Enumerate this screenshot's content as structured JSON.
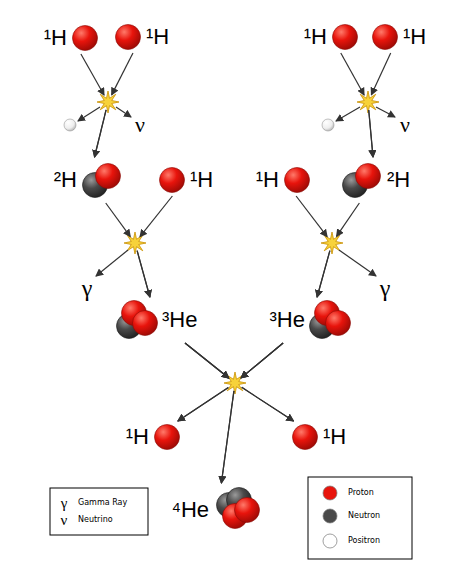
{
  "diagram": {
    "nodes": [
      {
        "text": [
          "¹H"
        ]
      },
      {
        "text": [
          "¹H"
        ]
      },
      {
        "text": [
          "¹H"
        ]
      },
      {
        "text": [
          "¹H"
        ]
      },
      {
        "text": [
          "²H"
        ]
      },
      {
        "text": [
          "¹H"
        ]
      },
      {
        "text": [
          "¹H"
        ]
      },
      {
        "text": [
          "²H"
        ]
      },
      {
        "text": [
          "³He"
        ]
      },
      {
        "text": [
          "³He"
        ]
      },
      {
        "text": [
          "¹H"
        ]
      },
      {
        "text": [
          "¹H"
        ]
      },
      {
        "text": [
          "⁴He"
        ]
      }
    ],
    "edges": [
      {
        "from": 0,
        "to": 4,
        "arrow": "to"
      },
      {
        "from": 1,
        "to": 4,
        "arrow": "to"
      },
      {
        "from": 2,
        "to": 7,
        "arrow": "to"
      },
      {
        "from": 3,
        "to": 7,
        "arrow": "to"
      },
      {
        "from": 4,
        "to": 8,
        "arrow": "to"
      },
      {
        "from": 5,
        "to": 8,
        "arrow": "to"
      },
      {
        "from": 6,
        "to": 9,
        "arrow": "to"
      },
      {
        "from": 7,
        "to": 9,
        "arrow": "to"
      },
      {
        "from": 8,
        "to": 10,
        "arrow": "to"
      },
      {
        "from": 8,
        "to": 11,
        "arrow": "to"
      },
      {
        "from": 8,
        "to": 12,
        "arrow": "to"
      },
      {
        "from": 9,
        "to": 10,
        "arrow": "to"
      },
      {
        "from": 9,
        "to": 11,
        "arrow": "to"
      },
      {
        "from": 9,
        "to": 12,
        "arrow": "to"
      }
    ],
    "labels": [
      "ν",
      "ν",
      "γ",
      "γ",
      "γ",
      "ν"
    ],
    "legend": [
      {
        "text": "Gamma Ray"
      },
      {
        "text": "Neutrino"
      },
      {
        "text": "Proton",
        "color": "#e8140c"
      },
      {
        "text": "Neutron",
        "color": "#4a4a4a"
      },
      {
        "text": "Positron",
        "color": "#ffffff"
      }
    ]
  }
}
